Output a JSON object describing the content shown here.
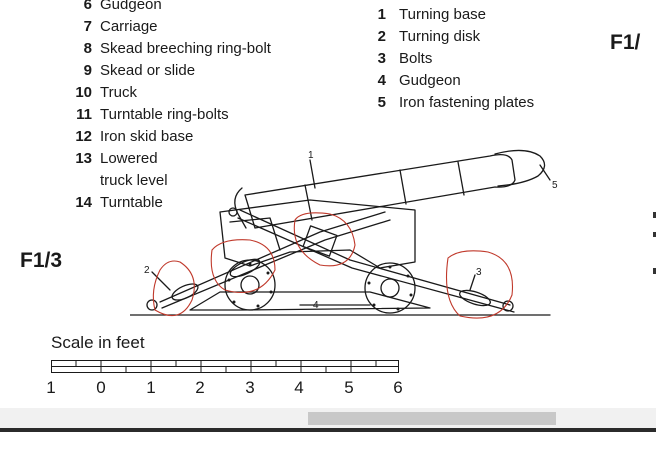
{
  "legend_left": [
    {
      "num": "6",
      "label": "Gudgeon"
    },
    {
      "num": "7",
      "label": "Carriage"
    },
    {
      "num": "8",
      "label": "Skead breeching ring-bolt"
    },
    {
      "num": "9",
      "label": "Skead or slide"
    },
    {
      "num": "10",
      "label": "Truck"
    },
    {
      "num": "11",
      "label": "Turntable ring-bolts"
    },
    {
      "num": "12",
      "label": "Iron skid base"
    },
    {
      "num": "13",
      "label": "Lowered"
    },
    {
      "num": "",
      "label": "truck level"
    },
    {
      "num": "14",
      "label": "Turntable"
    }
  ],
  "legend_right": [
    {
      "num": "1",
      "label": "Turning base"
    },
    {
      "num": "2",
      "label": "Turning disk"
    },
    {
      "num": "3",
      "label": "Bolts"
    },
    {
      "num": "4",
      "label": "Gudgeon"
    },
    {
      "num": "5",
      "label": "Iron fastening plates"
    }
  ],
  "figure_labels": {
    "left": "F1/3",
    "right": "F1/"
  },
  "diagram_callouts": {
    "one": "1",
    "two": "2",
    "three": "3",
    "four": "4",
    "five": "5"
  },
  "scale": {
    "title": "Scale in feet",
    "numbers": [
      "1",
      "0",
      "1",
      "2",
      "3",
      "4",
      "5",
      "6"
    ]
  },
  "colors": {
    "ink": "#1a1a1a",
    "annotation": "#c0392b",
    "scrollbar_thumb": "#c8c8c8"
  }
}
